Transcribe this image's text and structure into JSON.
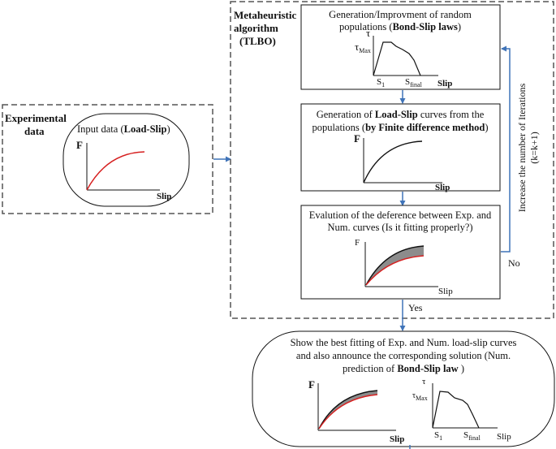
{
  "colors": {
    "arrow": "#3f73b8",
    "exp_curve": "#d62020",
    "num_curve": "#111111",
    "gap_fill": "#8c8c8c",
    "dashed_border": "#555555"
  },
  "experimental": {
    "title_line1": "Experimental",
    "title_line2": "data",
    "input_prefix": "Input data (",
    "input_bold": "Load-Slip",
    "input_suffix": ")",
    "y_label": "F",
    "x_label": "Slip"
  },
  "algorithm": {
    "title_line1": "Metaheuristic",
    "title_line2": "algorithm",
    "title_line3": "(TLBO)"
  },
  "step_generation": {
    "line1": "Generation/Improvment of  random",
    "line2_prefix": "populations (",
    "line2_bold": "Bond-Slip laws",
    "line2_suffix": ")",
    "y_label": "τ",
    "y_sub": "Max",
    "s1_label": "S",
    "s1_sub": "1",
    "sfinal_label": "S",
    "sfinal_sub": "final",
    "x_label": "Slip"
  },
  "step_curves": {
    "line1_prefix": "Generation of  ",
    "line1_bold": "Load-Slip",
    "line1_suffix": " curves from the",
    "line2_prefix": "populations (",
    "line2_bold": "by Finite difference method",
    "line2_suffix": ")",
    "y_label": "F",
    "x_label": "Slip"
  },
  "step_evaluation": {
    "line1": "Evalution of the deference between Exp. and",
    "line2": "Num. curves (Is it fitting properly?)",
    "y_label": "F",
    "x_label": "Slip"
  },
  "loop": {
    "label_line1": "Increase the number of Iterations",
    "label_line2": "(k=k+1)",
    "no_label": "No"
  },
  "yes_label": "Yes",
  "result": {
    "line1": "Show the best fitting of Exp. and Num. load-slip curves",
    "line2": "and also announce the corresponding  solution (Num.",
    "line3_prefix": "prediction of ",
    "line3_bold": "Bond-Slip law",
    "line3_suffix": " )",
    "f_label": "F",
    "slip_label": "Slip",
    "tau_label": "τ",
    "tau_sub": "Max",
    "s1_label": "S",
    "s1_sub": "1",
    "sfinal_label": "S",
    "sfinal_sub": "final",
    "slip_label2": "Slip"
  }
}
